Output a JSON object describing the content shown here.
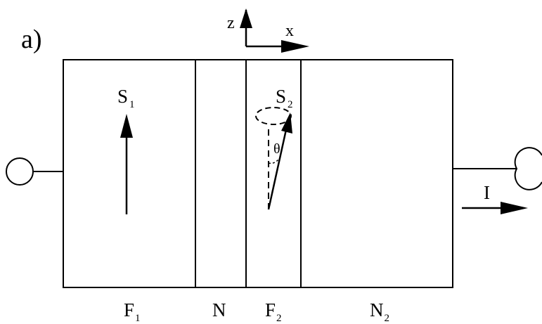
{
  "panel_label": "a)",
  "axes": {
    "z_label": "z",
    "x_label": "x"
  },
  "spins": {
    "s1": {
      "letter": "S",
      "sub": "1"
    },
    "s2": {
      "letter": "S",
      "sub": "2"
    },
    "angle": "θ"
  },
  "current": {
    "label": "I"
  },
  "layers": [
    {
      "letter": "F",
      "sub": "1"
    },
    {
      "letter": "N",
      "sub": ""
    },
    {
      "letter": "F",
      "sub": "2"
    },
    {
      "letter": "N",
      "sub": "2"
    }
  ],
  "colors": {
    "stroke": "#000000",
    "background": "#ffffff"
  }
}
